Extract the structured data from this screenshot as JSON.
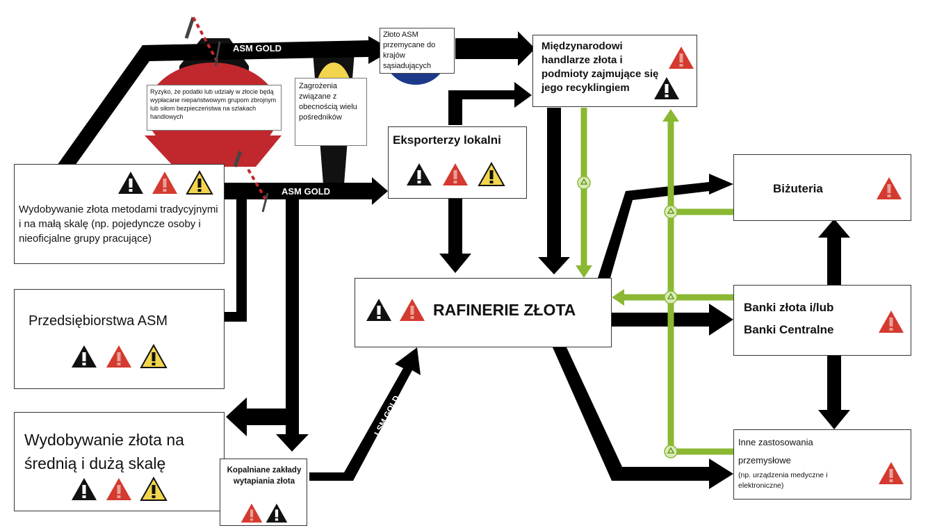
{
  "colors": {
    "arrow": "#000000",
    "recycle": "#8ab833",
    "danger_red": "#d43a2f",
    "danger_black": "#111111",
    "caution_yellow": "#f2d54c",
    "risk_red": "#c0282d",
    "risk_blue": "#1d3a8a"
  },
  "flows": {
    "asm_gold_top": "ASM GOLD",
    "asm_gold_mid": "ASM GOLD",
    "lsm_gold": "LSM GOLD"
  },
  "notes": {
    "smuggled": "Złoto ASM przemycane do krajów sąsiadujących",
    "armed_groups": "Ryzyko, że podatki lub udziały w złocie będą wypłacane niepaństwowym grupom zbrojnym lub siłom bezpieczeństwa na szlakach handlowych",
    "intermediaries": "Zagrożenia związane z obecnością wielu pośredników"
  },
  "nodes": {
    "asm_traditional": "Wydobywanie złota metodami tradycyjnymi i na małą skalę (np. pojedyncze osoby i nieoficjalne grupy pracujące)",
    "asm_enterprises": "Przedsiębiorstwa ASM",
    "lsm": "Wydobywanie złota na średnią i dużą skalę",
    "smelters": "Kopalniane zakłady wytapiania złota",
    "exporters": "Eksporterzy lokalni",
    "refineries": "RAFINERIE ZŁOTA",
    "traders": "Międzynarodowi handlarze złota i podmioty zajmujące się jego recyklingiem",
    "jewelry": "Biżuteria",
    "banks_line1": "Banki złota i/lub",
    "banks_line2": "Banki Centralne",
    "industrial_line1": "Inne zastosowania",
    "industrial_line2": "przemysłowe",
    "industrial_note": "(np. urządzenia medyczne i elektroniczne)"
  },
  "icons": [
    "warning-black-icon",
    "warning-red-icon",
    "warning-yellow-icon",
    "recycle-icon",
    "barrier-icon"
  ]
}
